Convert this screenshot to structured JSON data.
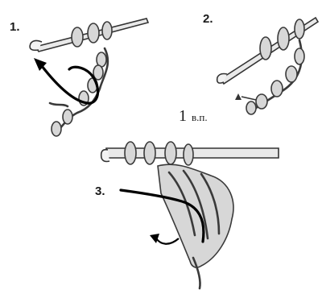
{
  "diagram": {
    "steps": [
      {
        "label": "1."
      },
      {
        "label": "2."
      },
      {
        "label": "3."
      }
    ],
    "annotation": {
      "number": "1",
      "text": "в.п."
    },
    "colors": {
      "ink": "#1a1a1a",
      "hook": "#e9e9e9",
      "yarn": "#d7d7d7"
    }
  }
}
